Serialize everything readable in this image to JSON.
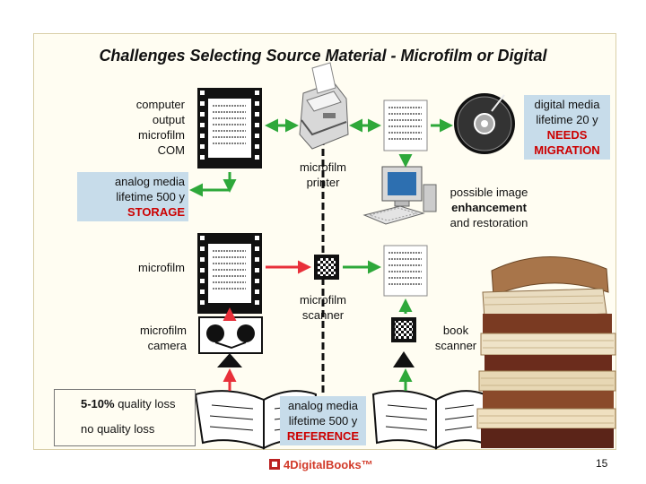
{
  "slide": {
    "title": "Challenges Selecting Source Material - Microfilm or Digital",
    "page_number": "15",
    "footer_logo": "4DigitalBooks™"
  },
  "labels": {
    "com": [
      "computer",
      "output",
      "microfilm",
      "COM"
    ],
    "analog_storage": {
      "line1": "analog media",
      "line2": "lifetime 500 y",
      "line3": "STORAGE"
    },
    "microfilm_printer": [
      "microfilm",
      "printer"
    ],
    "digital_media": {
      "line1": "digital media",
      "line2": "lifetime 20 y",
      "line3": "NEEDS",
      "line4": "MIGRATION"
    },
    "image_enhancement": {
      "line1": "possible image",
      "line2": "enhancement",
      "line3": "and restoration"
    },
    "microfilm": "microfilm",
    "microfilm_scanner": [
      "microfilm",
      "scanner"
    ],
    "microfilm_camera": [
      "microfilm",
      "camera"
    ],
    "book_scanner": [
      "book",
      "scanner"
    ],
    "analog_reference": {
      "line1": "analog media",
      "line2": "lifetime 500 y",
      "line3": "REFERENCE"
    }
  },
  "legend": {
    "red_label_bold": "5-10%",
    "red_label_rest": " quality loss",
    "green_label": "no quality loss",
    "red_color": "#e8303a",
    "green_color": "#2ea83a"
  },
  "colors": {
    "box_blue": "#c7dcea",
    "emphasis_red": "#cc0000"
  }
}
